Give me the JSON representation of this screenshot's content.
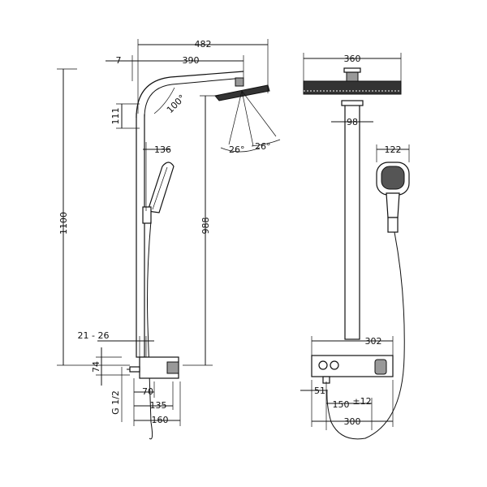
{
  "dimensions": {
    "overall_width": "482",
    "offset": "7",
    "arm_length": "390",
    "arm_angle": "100°",
    "head_drop": "111",
    "handshower_width": "136",
    "spray_angle_left": "26°",
    "spray_angle_right": "26°",
    "total_height": "1100",
    "head_height": "988",
    "wall_range": "21 - 26",
    "thermostat_height": "74",
    "thread": "G 1/2",
    "depth_70": "70",
    "depth_135": "135",
    "depth_160": "160",
    "head_diameter": "360",
    "riser_width": "98",
    "handshower_front": "122",
    "thermostat_width": "302",
    "spacing_51": "51",
    "inlet_spacing": "150",
    "inlet_tolerance": "±12",
    "bar_width": "300"
  }
}
